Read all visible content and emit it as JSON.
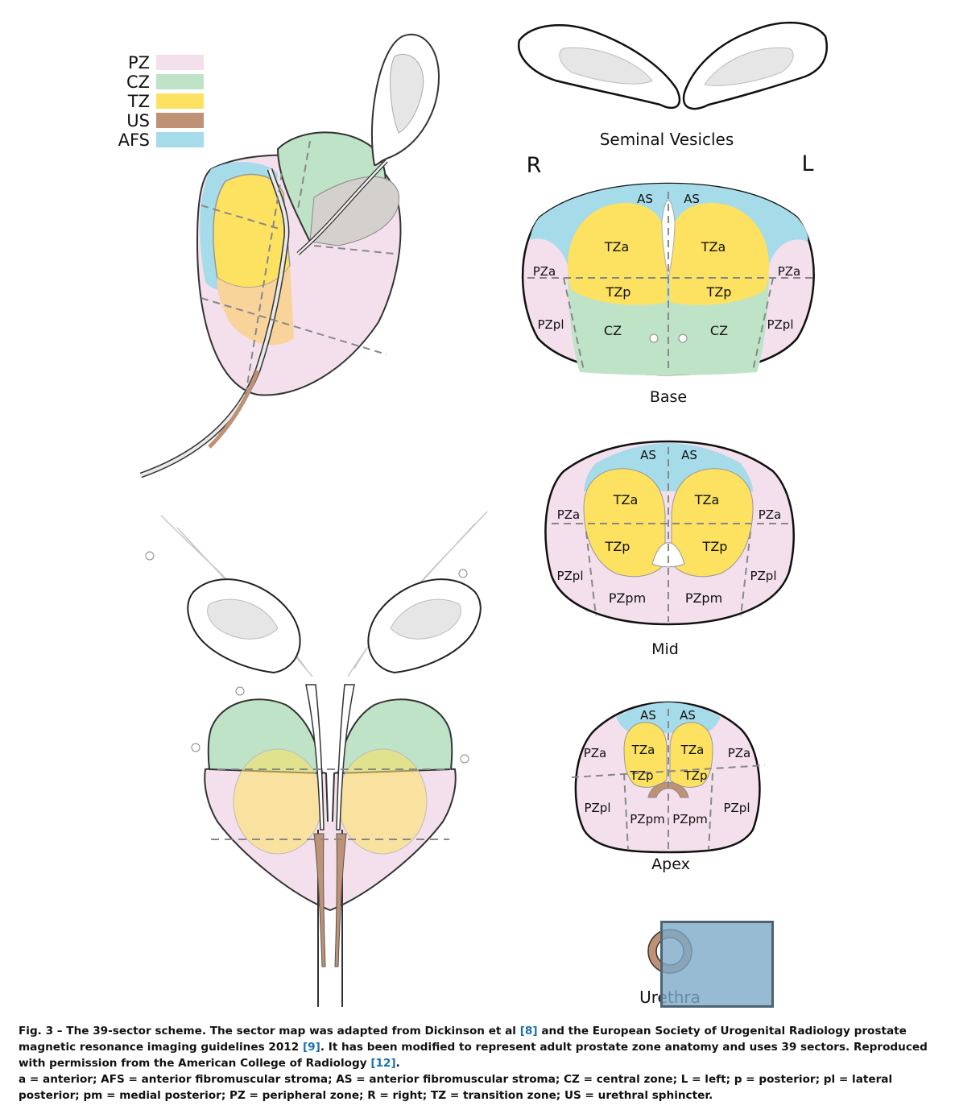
{
  "legend": [
    {
      "label": "PZ",
      "color": "#f3e0ec"
    },
    {
      "label": "CZ",
      "color": "#bfe3c6"
    },
    {
      "label": "TZ",
      "color": "#fde160"
    },
    {
      "label": "US",
      "color": "#bf9275"
    },
    {
      "label": "AFS",
      "color": "#a6dbe9"
    }
  ],
  "seminal_vesicles_label": "Seminal Vesicles",
  "right_label": "R",
  "left_label": "L",
  "sections": {
    "base": {
      "title": "Base",
      "labels": [
        "AS",
        "AS",
        "TZa",
        "TZa",
        "PZa",
        "PZa",
        "TZp",
        "TZp",
        "PZpl",
        "CZ",
        "CZ",
        "PZpl"
      ]
    },
    "mid": {
      "title": "Mid",
      "labels": [
        "AS",
        "AS",
        "TZa",
        "TZa",
        "PZa",
        "PZa",
        "TZp",
        "TZp",
        "PZpl",
        "PZpl",
        "PZpm",
        "PZpm"
      ]
    },
    "apex": {
      "title": "Apex",
      "labels": [
        "AS",
        "AS",
        "TZa",
        "TZa",
        "PZa",
        "PZa",
        "TZp",
        "TZp",
        "PZpl",
        "PZpl",
        "PZpm",
        "PZpm"
      ]
    }
  },
  "urethra_label": "Urethra",
  "caption": {
    "fig_prefix": "Fig. 3 – The 39-sector scheme. The sector map was adapted from Dickinson et al ",
    "ref1": "[8]",
    "mid1": " and the European Society of Urogenital Radiology prostate magnetic resonance imaging guidelines 2012 ",
    "ref2": "[9]",
    "mid2": ". It has been modified to represent adult prostate zone anatomy and uses 39 sectors. Reproduced with permission from the American College of Radiology ",
    "ref3": "[12]",
    "end": ".",
    "abbrev": "a = anterior; AFS = anterior fibromuscular stroma; AS = anterior fibromuscular stroma; CZ = central zone; L = left; p = posterior; pl = lateral posterior; pm = medial posterior; PZ = peripheral zone; R = right; TZ = transition zone; US = urethral sphincter."
  }
}
